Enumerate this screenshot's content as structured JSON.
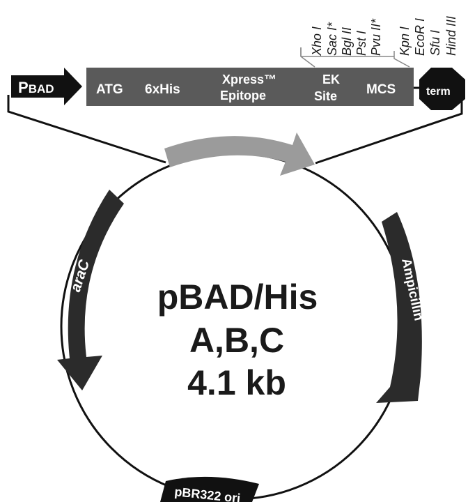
{
  "promoter": {
    "main": "P",
    "sub": "BAD"
  },
  "elements": {
    "atg": "ATG",
    "his": "6xHis",
    "xpress_line1": "Xpress™",
    "xpress_line2": "Epitope",
    "ek_line1": "EK",
    "ek_line2": "Site",
    "mcs": "MCS",
    "term": "term"
  },
  "restriction_sites": [
    "Xho I",
    "Sac I*",
    "Bgl II",
    "Pst I",
    "Pvu II*",
    "Kpn I",
    "EcoR I",
    "Sfu I",
    "Hind III"
  ],
  "plasmid": {
    "name_line1": "pBAD/His",
    "name_line2": "A,B,C",
    "size": "4.1 kb"
  },
  "features": {
    "arac": "araC",
    "ampicillin": "Ampicillin",
    "ori": "pBR322 ori"
  },
  "colors": {
    "bar": "#5a5a5a",
    "dark": "#2b2b2b",
    "black": "#111111",
    "light_arrow": "#9b9b9b",
    "line": "#111111"
  }
}
